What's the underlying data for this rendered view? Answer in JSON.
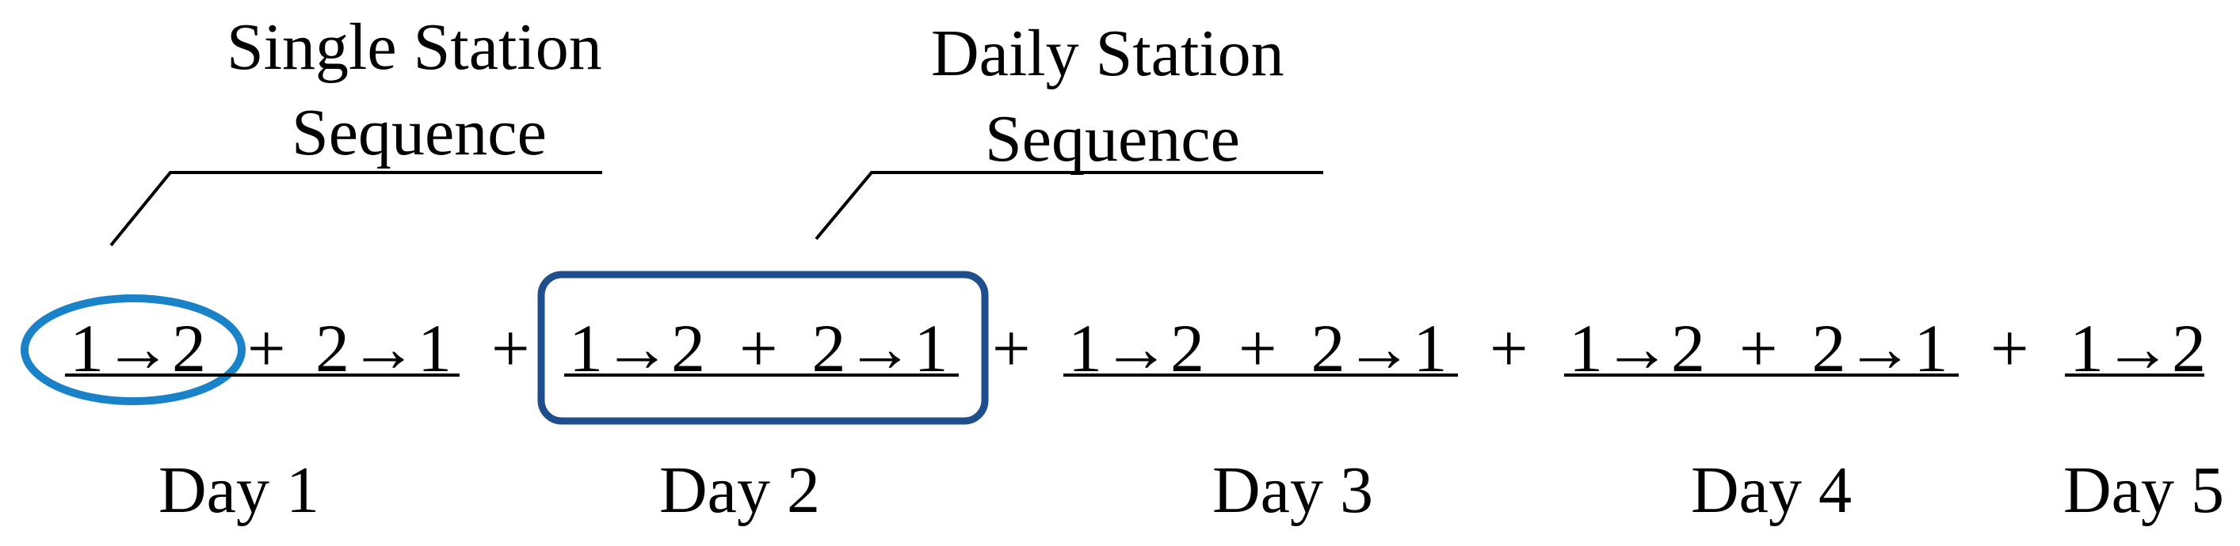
{
  "annotations": {
    "single_station_line1": "Single Station",
    "single_station_line2": "Sequence",
    "daily_station_line1": "Daily Station",
    "daily_station_line2": "Sequence"
  },
  "sequence": {
    "day1_a": "1→2",
    "day1_b": "2→1",
    "day2": "1→2  +  2→1",
    "day3": "1→2  +  2→1",
    "day4": "1→2  +  2→1",
    "day5": "1→2",
    "plus": "+"
  },
  "days": {
    "day1": "Day 1",
    "day2": "Day 2",
    "day3": "Day 3",
    "day4": "Day 4",
    "day5": "Day 5"
  },
  "colors": {
    "single_station_highlight": "#1a82c8",
    "daily_station_highlight": "#1f4e8c",
    "text": "#000000"
  }
}
